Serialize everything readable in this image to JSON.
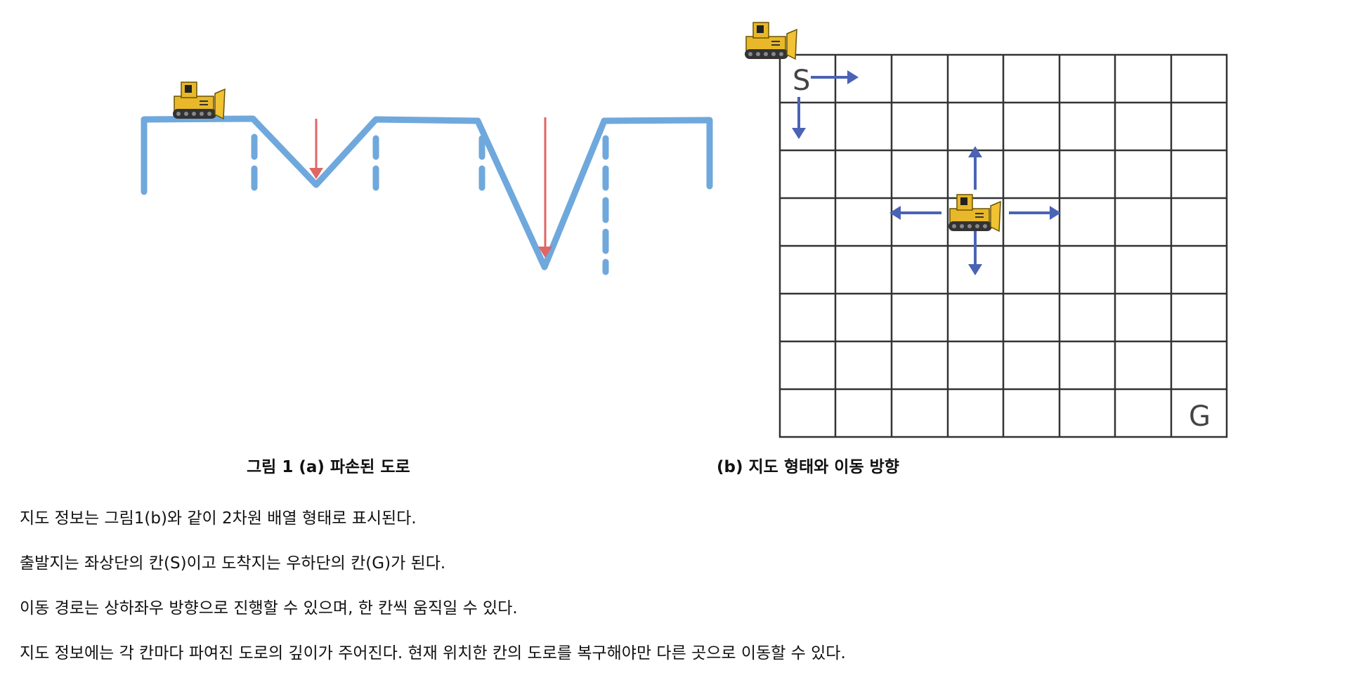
{
  "figure_a": {
    "caption": "그림 1 (a) 파손된 도로"
  },
  "figure_b": {
    "caption": "(b) 지도 형태와 이동 방향",
    "start_label": "S",
    "goal_label": "G",
    "rows": 8,
    "cols": 8
  },
  "paragraphs": [
    "지도 정보는 그림1(b)와 같이 2차원 배열 형태로 표시된다.",
    "출발지는 좌상단의 칸(S)이고 도착지는 우하단의 칸(G)가 된다.",
    "이동 경로는 상하좌우 방향으로 진행할 수 있으며, 한 칸씩 움직일 수 있다.",
    "지도 정보에는 각 칸마다 파여진 도로의 깊이가 주어진다. 현재 위치한 칸의 도로를 복구해야만 다른 곳으로 이동할 수 있다."
  ],
  "colors": {
    "road": "#6fa8dc",
    "depth_arrow": "#e06666",
    "move_arrow": "#4a63b5",
    "grid_line": "#333333",
    "bulldozer": "#e8b82a"
  },
  "icons": [
    "bulldozer-icon"
  ]
}
